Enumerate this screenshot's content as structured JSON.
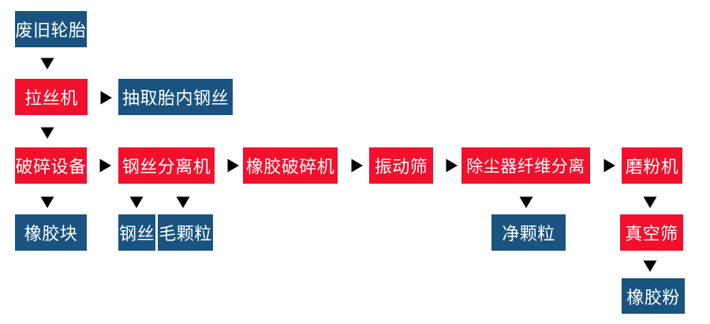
{
  "palette": {
    "process_red": "#f2102d",
    "product_blue": "#1a537f",
    "arrow_blue": "#17527f",
    "label_text": "#ffffff",
    "background": "#ffffff"
  },
  "icons": {
    "arrow_down": "↓",
    "arrow_right": "→"
  },
  "diagram": {
    "type": "flowchart",
    "subject": "waste tire recycling process flow",
    "nodes": [
      {
        "id": "waste-tires",
        "label": "废旧轮胎",
        "style": "blue"
      },
      {
        "id": "wire-drawing-machine",
        "label": "拉丝机",
        "style": "red"
      },
      {
        "id": "extract-inner-steel-wire",
        "label": "抽取胎内钢丝",
        "style": "blue"
      },
      {
        "id": "crushing-equipment",
        "label": "破碎设备",
        "style": "red"
      },
      {
        "id": "steel-wire-separator",
        "label": "钢丝分离机",
        "style": "red"
      },
      {
        "id": "rubber-crusher",
        "label": "橡胶破碎机",
        "style": "red"
      },
      {
        "id": "vibrating-screen",
        "label": "振动筛",
        "style": "red"
      },
      {
        "id": "dust-collector-fiber-separation",
        "label": "除尘器纤维分离",
        "style": "red"
      },
      {
        "id": "grinding-machine",
        "label": "磨粉机",
        "style": "red"
      },
      {
        "id": "rubber-blocks",
        "label": "橡胶块",
        "style": "blue"
      },
      {
        "id": "steel-wire",
        "label": "钢丝",
        "style": "blue"
      },
      {
        "id": "fluff-granules",
        "label": "毛颗粒",
        "style": "blue"
      },
      {
        "id": "clean-granules",
        "label": "净颗粒",
        "style": "blue"
      },
      {
        "id": "vacuum-screen",
        "label": "真空筛",
        "style": "red"
      },
      {
        "id": "rubber-powder",
        "label": "橡胶粉",
        "style": "blue"
      }
    ],
    "edges": [
      {
        "from": "废旧轮胎",
        "to": "拉丝机",
        "direction": "down"
      },
      {
        "from": "拉丝机",
        "to": "抽取胎内钢丝",
        "direction": "right"
      },
      {
        "from": "拉丝机",
        "to": "破碎设备",
        "direction": "down"
      },
      {
        "from": "破碎设备",
        "to": "钢丝分离机",
        "direction": "right"
      },
      {
        "from": "破碎设备",
        "to": "橡胶块",
        "direction": "down"
      },
      {
        "from": "钢丝分离机",
        "to": "钢丝",
        "direction": "down"
      },
      {
        "from": "钢丝分离机",
        "to": "毛颗粒",
        "direction": "down"
      },
      {
        "from": "钢丝分离机",
        "to": "橡胶破碎机",
        "direction": "right"
      },
      {
        "from": "橡胶破碎机",
        "to": "振动筛",
        "direction": "right"
      },
      {
        "from": "振动筛",
        "to": "除尘器纤维分离",
        "direction": "right"
      },
      {
        "from": "除尘器纤维分离",
        "to": "净颗粒",
        "direction": "down"
      },
      {
        "from": "除尘器纤维分离",
        "to": "磨粉机",
        "direction": "right"
      },
      {
        "from": "磨粉机",
        "to": "真空筛",
        "direction": "down"
      },
      {
        "from": "真空筛",
        "to": "橡胶粉",
        "direction": "down"
      }
    ]
  }
}
